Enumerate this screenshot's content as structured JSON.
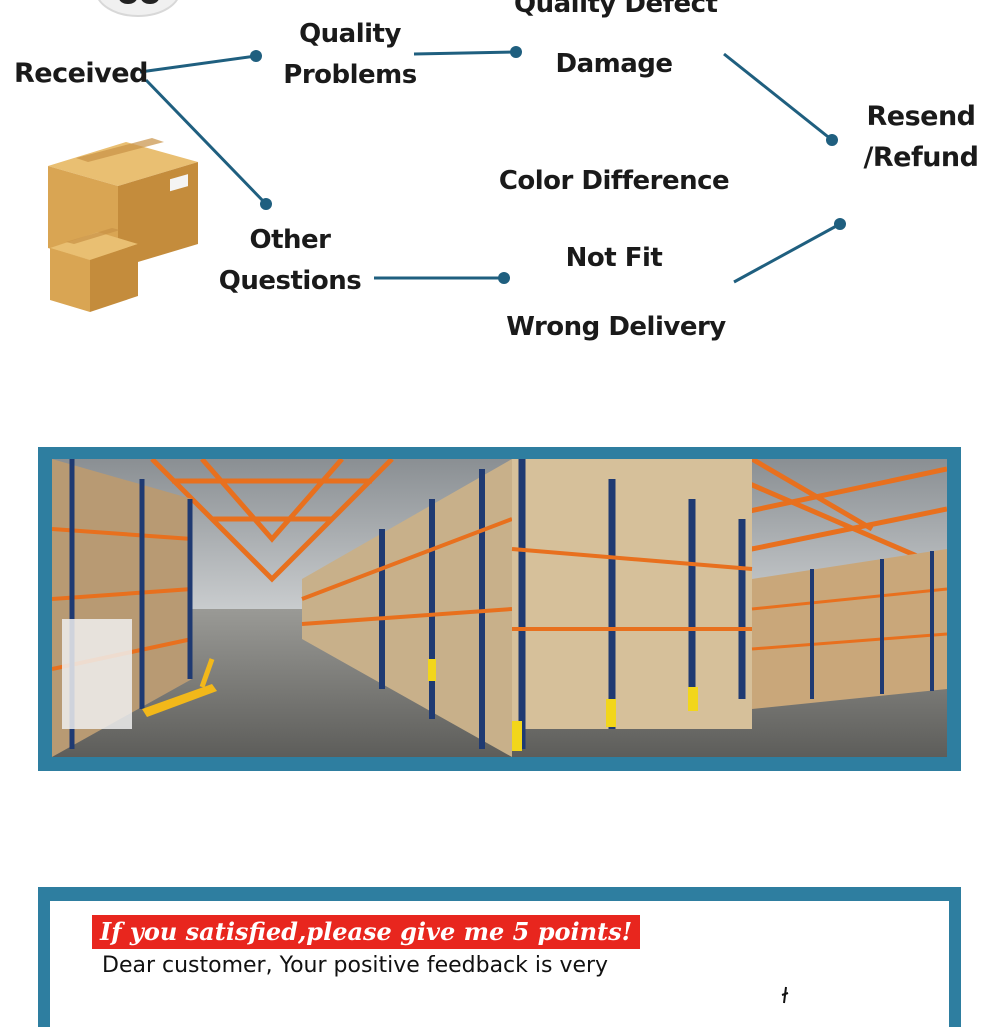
{
  "flow": {
    "received": "Received",
    "quality_problems": [
      "Quality",
      "Problems"
    ],
    "other_questions": [
      "Other",
      "Questions"
    ],
    "quality_defect": "Quality Defect",
    "damage": "Damage",
    "color_difference": "Color Difference",
    "not_fit": "Not Fit",
    "wrong_delivery": "Wrong Delivery",
    "resend_refund": [
      "Resend",
      "/Refund"
    ]
  },
  "colors": {
    "connector": "#1f5f7f",
    "frame": "#2e7ea0",
    "banner_red": "#e8261e",
    "box_cardboard": "#d9a553"
  },
  "icons": [
    "face-icon",
    "cardboard-boxes-icon",
    "pallet-jack-icon"
  ],
  "feedback": {
    "banner": "If you satisfied,please give me 5 points!",
    "line1": "Dear customer, Your positive feedback is very"
  }
}
